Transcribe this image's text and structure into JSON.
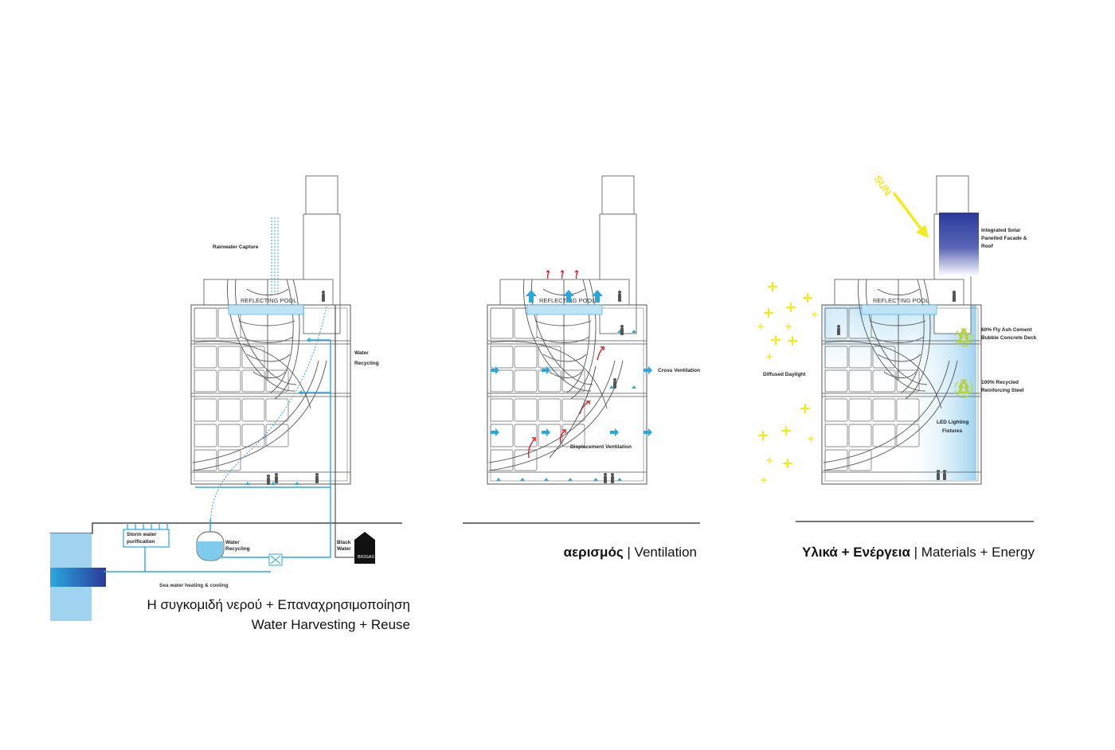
{
  "colors": {
    "water": "#29a8e0",
    "accent_yellow": "#f4ea1a",
    "solar": "#2b3a9a",
    "recycle": "#b7d430",
    "heat": "#e01f26"
  },
  "panel_water": {
    "rainwater": "Rainwater Capture",
    "pool": "REFLECTING POOL",
    "water_recycling_1": "Water",
    "water_recycling_2": "Recycling",
    "storm_1": "Storm water",
    "storm_2": "purification",
    "tank_1": "Water",
    "tank_2": "Recycling",
    "black_1": "Black",
    "black_2": "Water",
    "biogas": "BIOGAS",
    "sea": "Sea water heating & cooling",
    "caption_greek": "Η συγκομιδή νερού + Επαναχρησιμοποίηση",
    "caption_en": "Water Harvesting + Reuse"
  },
  "panel_vent": {
    "pool": "REFLECTING POOL",
    "cross": "Cross Ventilation",
    "displacement": "Displacement Ventilation",
    "caption_greek": "αερισμός",
    "caption_sep": " | ",
    "caption_en": "Ventilation"
  },
  "panel_energy": {
    "sun": "SUN",
    "pool": "REFLECTING POOL",
    "solar_1": "Integrated Solar",
    "solar_2": "Panelled Facade &",
    "solar_3": "Roof",
    "ash_1": "60% Fly Ash Cement",
    "ash_2": "Bubble Concrete Deck",
    "steel_1": "100% Recycled",
    "steel_2": "Reinforcing Steel",
    "led_1": "LED Lighting",
    "led_2": "Fixtures",
    "daylight": "Diffused Daylight",
    "caption_greek": "Υλικά + Ενέργεια",
    "caption_sep": " | ",
    "caption_en": "Materials + Energy"
  }
}
